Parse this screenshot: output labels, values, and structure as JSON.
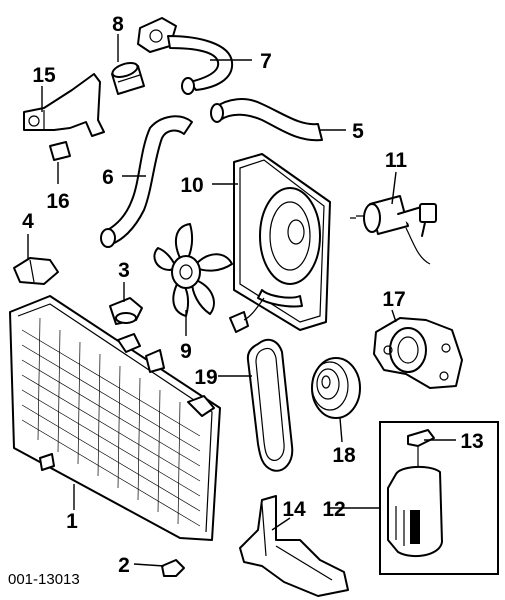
{
  "diagram_code": "001-13013",
  "callouts": {
    "c1": "1",
    "c2": "2",
    "c3": "3",
    "c4": "4",
    "c5": "5",
    "c6": "6",
    "c7": "7",
    "c8": "8",
    "c9": "9",
    "c10": "10",
    "c11": "11",
    "c12": "12",
    "c13": "13",
    "c14": "14",
    "c15": "15",
    "c16": "16",
    "c17": "17",
    "c18": "18",
    "c19": "19"
  }
}
